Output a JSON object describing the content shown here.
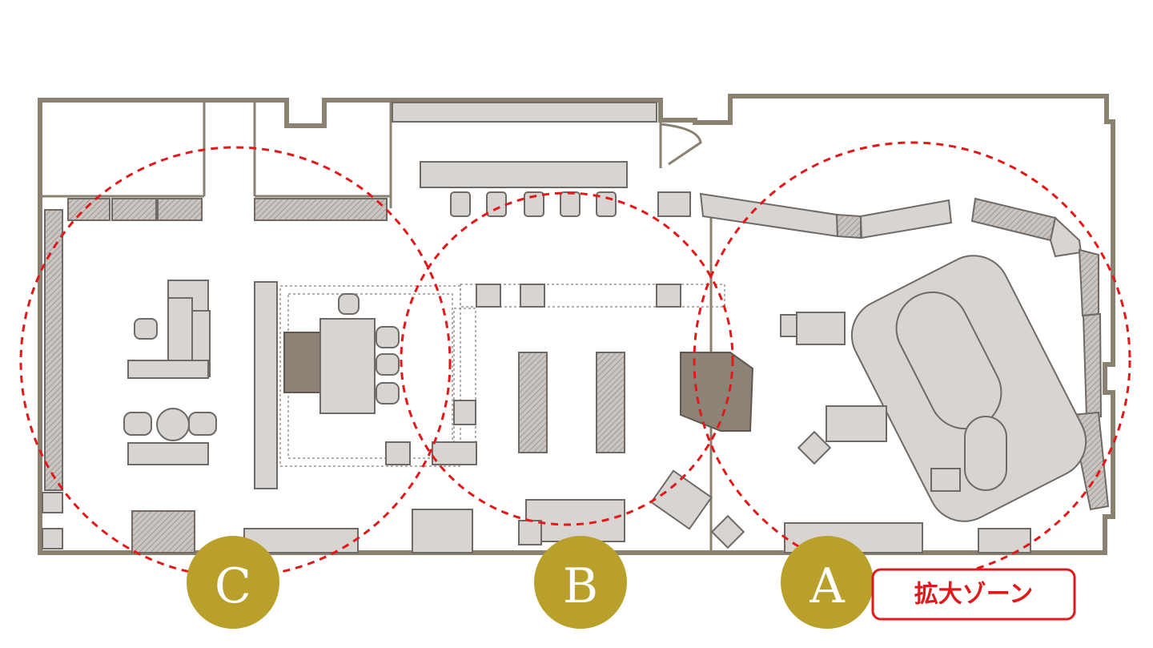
{
  "zones": [
    {
      "id": "C",
      "label": "C"
    },
    {
      "id": "B",
      "label": "B"
    },
    {
      "id": "A",
      "label": "A",
      "tag": "拡大ゾーン"
    }
  ],
  "colors": {
    "wall": "#8a8170",
    "furniture": "#d8d4d2",
    "zone_outline": "#e0191b",
    "badge": "#b8a02a",
    "tag_text": "#e0191b"
  }
}
